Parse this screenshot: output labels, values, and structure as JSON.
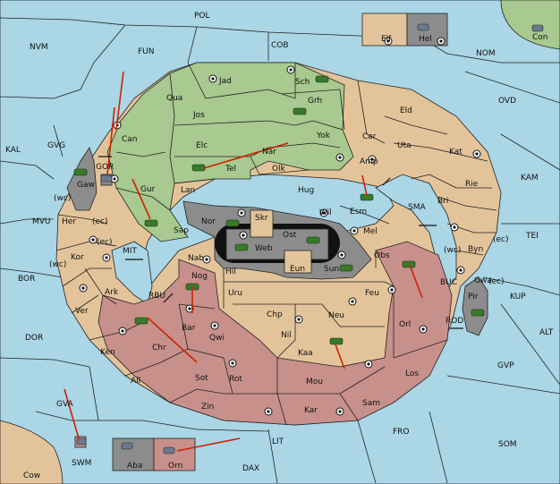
{
  "colors": {
    "sea": "#aad6e6",
    "neutral_land": "#e3c49a",
    "green_power": "#a8c98f",
    "rose_power": "#c8908a",
    "grey_power": "#8c8c8c",
    "orders": "#cc2200"
  },
  "sea_labels": [
    "POL",
    "NVM",
    "FUN",
    "COB",
    "NOM",
    "OVD",
    "KAL",
    "GVG",
    "KAM",
    "TEI",
    "MVU",
    "SMA",
    "MIT",
    "BOR",
    "BUC",
    "KUP",
    "RBU",
    "ROD",
    "DOR",
    "ALT",
    "GVP",
    "GVA",
    "FRO",
    "SOM",
    "LIT",
    "DAX"
  ],
  "land_labels": [
    "Elf",
    "Hel",
    "Con",
    "Jad",
    "Sch",
    "Qua",
    "Grh",
    "Jos",
    "Can",
    "Eld",
    "Yok",
    "Car",
    "Elc",
    "Nar",
    "Uta",
    "Tel",
    "Amp",
    "Kat",
    "Olk",
    "Gaw",
    "GOR",
    "Gur",
    "Lan",
    "Hug",
    "Rie",
    "Esm",
    "Bri",
    "Nor",
    "Skr",
    "Wil",
    "Mel",
    "Sap",
    "Ost",
    "Web",
    "Her",
    "Byn",
    "Kor",
    "Obs",
    "Nab",
    "Eun",
    "Sun",
    "Gwa",
    "Hil",
    "Nog",
    "Ark",
    "Uru",
    "Feu",
    "Pir",
    "Ver",
    "Chp",
    "Neu",
    "Orl",
    "Bar",
    "Qwi",
    "Nil",
    "Ken",
    "Chr",
    "Kaa",
    "Ail",
    "Sot",
    "Rot",
    "Mou",
    "Los",
    "Zin",
    "Kar",
    "Sam",
    "SWM",
    "Aba",
    "Orn",
    "Cow"
  ],
  "coast_labels": [
    "(wc)",
    "(ec)"
  ]
}
